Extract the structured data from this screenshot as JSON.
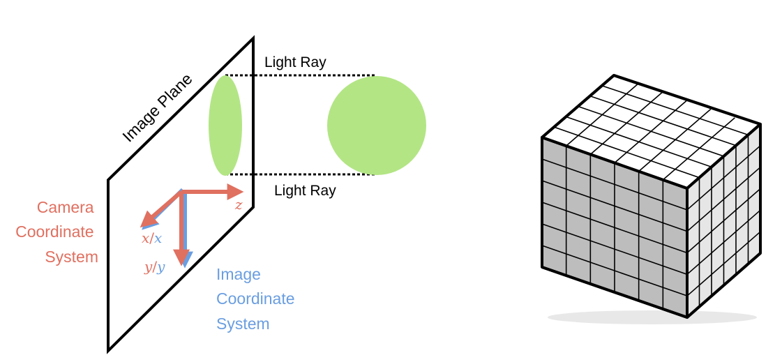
{
  "plane_label": "Image Plane",
  "light_ray_top": "Light Ray",
  "light_ray_bottom": "Light Ray",
  "camera_system": {
    "line1": "Camera",
    "line2": "Coordinate",
    "line3": "System"
  },
  "image_system": {
    "line1": "Image",
    "line2": "Coordinate",
    "line3": "System"
  },
  "axes": {
    "z": "z",
    "x_camera": "x",
    "x_sep": "/",
    "x_image": "x",
    "y_camera": "y",
    "y_sep": "/",
    "y_image": "y"
  },
  "colors": {
    "camera": "#e07060",
    "image": "#6a9ee0",
    "ball": "#b3e585",
    "plane": "#000000",
    "cube_front": "#bdbdbd",
    "cube_top": "#ffffff",
    "cube_right": "#e6e6e6"
  },
  "voxel_grid": {
    "rows": 6,
    "cols": 6,
    "depth": 6
  }
}
